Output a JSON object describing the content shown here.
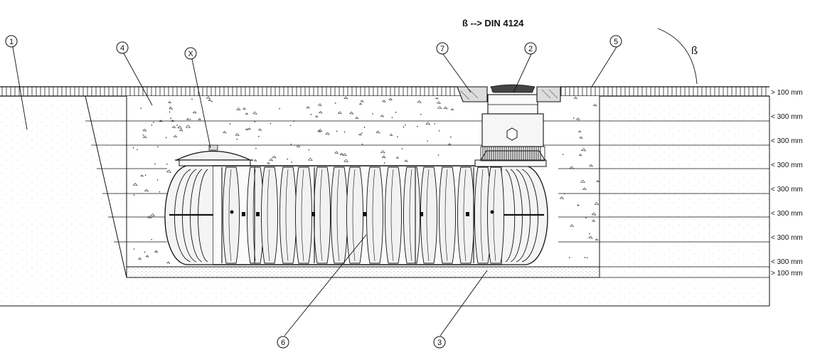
{
  "header": {
    "reference": "ß --> DIN 4124",
    "slope_symbol": "ß"
  },
  "callouts": [
    "1",
    "4",
    "X",
    "7",
    "2",
    "5",
    "6",
    "3"
  ],
  "dimensions": [
    "> 100 mm",
    "< 300 mm",
    "< 300 mm",
    "< 300 mm",
    "< 300 mm",
    "< 300 mm",
    "< 300 mm",
    "< 300 mm",
    "> 100 mm"
  ],
  "colors": {
    "line": "#111111",
    "fill": "#f7f7f7",
    "inspection_tint": "#eeeeee"
  }
}
